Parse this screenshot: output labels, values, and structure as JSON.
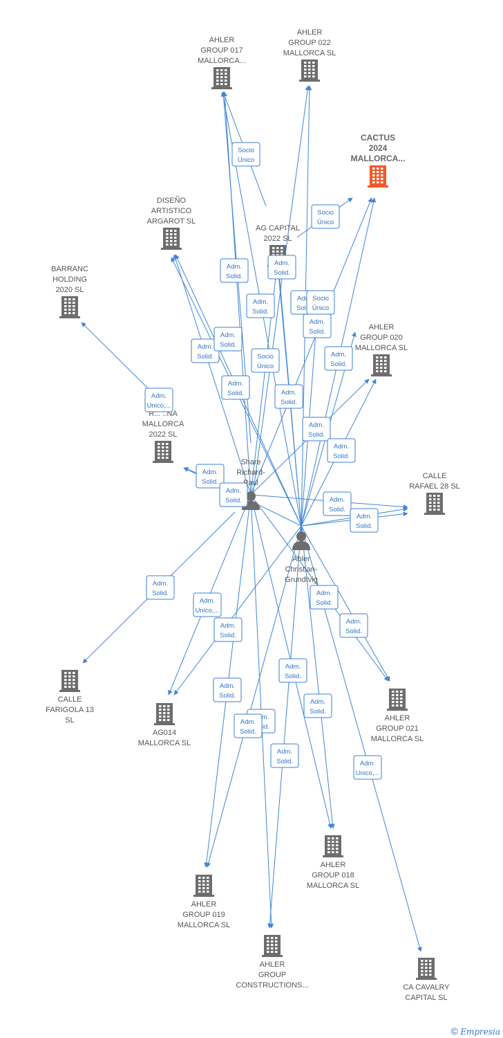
{
  "colors": {
    "edge": "#3f86d8",
    "building": "#6d6d6d",
    "building_main": "#f05a28",
    "person": "#6d6d6d"
  },
  "nodes": [
    {
      "id": "ahler017",
      "type": "company",
      "lines": [
        "AHLER",
        "GROUP 017",
        "MALLORCA..."
      ]
    },
    {
      "id": "ahler022",
      "type": "company",
      "lines": [
        "AHLER",
        "GROUP 022",
        "MALLORCA  SL"
      ]
    },
    {
      "id": "cactus",
      "type": "company",
      "main": true,
      "lines": [
        "CACTUS",
        "2024",
        "MALLORCA..."
      ]
    },
    {
      "id": "diseno",
      "type": "company",
      "lines": [
        "DISEÑO",
        "ARTISTICO",
        "ARGAROT  SL"
      ]
    },
    {
      "id": "agcapital",
      "type": "company",
      "lines": [
        "AG CAPITAL",
        "2022  SL"
      ]
    },
    {
      "id": "barranc",
      "type": "company",
      "lines": [
        "BARRANC",
        "HOLDING",
        "2020  SL"
      ]
    },
    {
      "id": "ahler020",
      "type": "company",
      "lines": [
        "AHLER",
        "GROUP 020",
        "MALLORCA  SL"
      ]
    },
    {
      "id": "luna",
      "type": "company",
      "lines": [
        "R... ..NA",
        "MALLORCA",
        "2022  SL"
      ]
    },
    {
      "id": "rafael",
      "type": "company",
      "lines": [
        "CALLE",
        "RAFAEL 28  SL"
      ]
    },
    {
      "id": "share",
      "type": "person",
      "lines": [
        "Share",
        "Richard-",
        "Paul"
      ]
    },
    {
      "id": "ahlerp",
      "type": "person",
      "lines": [
        "Ahler",
        "Christian-",
        "Grundtvig"
      ]
    },
    {
      "id": "farigola",
      "type": "company",
      "lines": [
        "CALLE",
        "FARIGOLA 13",
        "SL"
      ]
    },
    {
      "id": "ag014",
      "type": "company",
      "lines": [
        "AG014",
        "MALLORCA  SL"
      ]
    },
    {
      "id": "ahler021",
      "type": "company",
      "lines": [
        "AHLER",
        "GROUP 021",
        "MALLORCA  SL"
      ]
    },
    {
      "id": "ahler018",
      "type": "company",
      "lines": [
        "AHLER",
        "GROUP 018",
        "MALLORCA  SL"
      ]
    },
    {
      "id": "ahler019",
      "type": "company",
      "lines": [
        "AHLER",
        "GROUP 019",
        "MALLORCA  SL"
      ]
    },
    {
      "id": "constructions",
      "type": "company",
      "lines": [
        "AHLER",
        "GROUP",
        "CONSTRUCTIONS..."
      ]
    },
    {
      "id": "cavalry",
      "type": "company",
      "lines": [
        "CA CAVALRY",
        "CAPITAL  SL"
      ]
    }
  ],
  "edges": [
    {
      "lines": [
        "Socio",
        "Único"
      ]
    },
    {
      "lines": [
        "Socio",
        "Único"
      ]
    },
    {
      "lines": [
        "Adm.",
        "Solid."
      ]
    },
    {
      "lines": [
        "Adm.",
        "Solid."
      ]
    },
    {
      "lines": [
        "Adm.",
        "Solid."
      ]
    },
    {
      "lines": [
        "Adm.",
        "Solid."
      ]
    },
    {
      "lines": [
        "Socio",
        "Único"
      ]
    },
    {
      "lines": [
        "Adm.",
        "Solid."
      ]
    },
    {
      "lines": [
        "Adm.",
        "Solid."
      ]
    },
    {
      "lines": [
        "Socio",
        "Único"
      ]
    },
    {
      "lines": [
        "Adm.",
        "Solid."
      ]
    },
    {
      "lines": [
        "Adm.",
        "Solid."
      ]
    },
    {
      "lines": [
        "Adm.",
        "Solid."
      ]
    },
    {
      "lines": [
        "Adm.",
        "Solid."
      ]
    },
    {
      "lines": [
        "Adm.",
        "Unico,..."
      ]
    },
    {
      "lines": [
        "Adm.",
        "Solid."
      ]
    },
    {
      "lines": [
        "Adm.",
        "Solid."
      ]
    },
    {
      "lines": [
        "Adm.",
        "Solid."
      ]
    },
    {
      "lines": [
        "Adm.",
        "Solid."
      ]
    },
    {
      "lines": [
        "Adm.",
        "Solid."
      ]
    },
    {
      "lines": [
        "Adm.",
        "Solid."
      ]
    },
    {
      "lines": [
        "Adm.",
        "Solid."
      ]
    },
    {
      "lines": [
        "Adm.",
        "Unico,..."
      ]
    },
    {
      "lines": [
        "Adm.",
        "Solid."
      ]
    },
    {
      "lines": [
        "Adm.",
        "Solid."
      ]
    },
    {
      "lines": [
        "Adm.",
        "Solid."
      ]
    },
    {
      "lines": [
        "Adm.",
        "Solid."
      ]
    },
    {
      "lines": [
        "Adm.",
        "Solid."
      ]
    },
    {
      "lines": [
        "Adm.",
        "Solid."
      ]
    },
    {
      "lines": [
        "Adm.",
        "Solid."
      ]
    },
    {
      "lines": [
        "Adm.",
        "Solid."
      ]
    },
    {
      "lines": [
        "Adm.",
        "Solid."
      ]
    },
    {
      "lines": [
        "Adm.",
        "Unico,..."
      ]
    }
  ],
  "footer": {
    "copyright": "©",
    "brand": "Empresia"
  }
}
